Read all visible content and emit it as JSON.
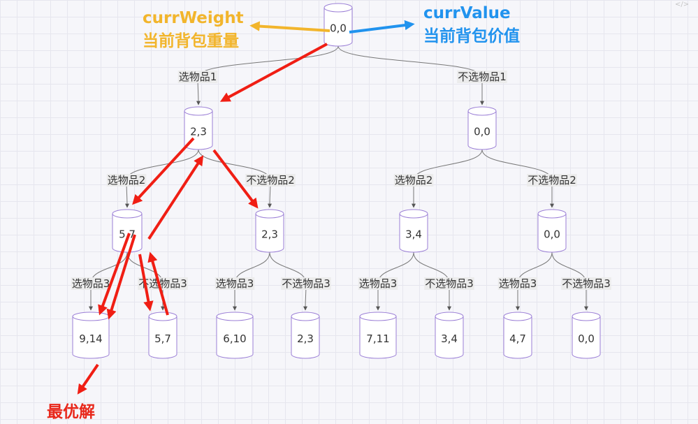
{
  "corner_mark": "</>",
  "colors": {
    "weight_annotation": "#f2b52c",
    "value_annotation": "#2193ee",
    "trace": "#f01e14",
    "best": "#e8281b",
    "node_stroke": "#9b7fd6",
    "edge": "#777777"
  },
  "annotations": {
    "weight_line1": "currWeight",
    "weight_line2": "当前背包重量",
    "value_line1": "currValue",
    "value_line2": "当前背包价值",
    "best": "最优解"
  },
  "nodes": [
    {
      "id": "root",
      "label": "0,0"
    },
    {
      "id": "a",
      "label": "2,3"
    },
    {
      "id": "b",
      "label": "0,0"
    },
    {
      "id": "aa",
      "label": "5,7"
    },
    {
      "id": "ab",
      "label": "2,3"
    },
    {
      "id": "ba",
      "label": "3,4"
    },
    {
      "id": "bb",
      "label": "0,0"
    },
    {
      "id": "aaa",
      "label": "9,14"
    },
    {
      "id": "aab",
      "label": "5,7"
    },
    {
      "id": "aba",
      "label": "6,10"
    },
    {
      "id": "abb",
      "label": "2,3"
    },
    {
      "id": "baa",
      "label": "7,11"
    },
    {
      "id": "bab",
      "label": "3,4"
    },
    {
      "id": "bba",
      "label": "4,7"
    },
    {
      "id": "bbb",
      "label": "0,0"
    }
  ],
  "edges": [
    {
      "from": "root",
      "to": "a",
      "label": "选物品1"
    },
    {
      "from": "root",
      "to": "b",
      "label": "不选物品1"
    },
    {
      "from": "a",
      "to": "aa",
      "label": "选物品2"
    },
    {
      "from": "a",
      "to": "ab",
      "label": "不选物品2"
    },
    {
      "from": "b",
      "to": "ba",
      "label": "选物品2"
    },
    {
      "from": "b",
      "to": "bb",
      "label": "不选物品2"
    },
    {
      "from": "aa",
      "to": "aaa",
      "label": "选物品3"
    },
    {
      "from": "aa",
      "to": "aab",
      "label": "不选物品3"
    },
    {
      "from": "ab",
      "to": "aba",
      "label": "选物品3"
    },
    {
      "from": "ab",
      "to": "abb",
      "label": "不选物品3"
    },
    {
      "from": "ba",
      "to": "baa",
      "label": "选物品3"
    },
    {
      "from": "ba",
      "to": "bab",
      "label": "不选物品3"
    },
    {
      "from": "bb",
      "to": "bba",
      "label": "选物品3"
    },
    {
      "from": "bb",
      "to": "bbb",
      "label": "不选物品3"
    }
  ]
}
